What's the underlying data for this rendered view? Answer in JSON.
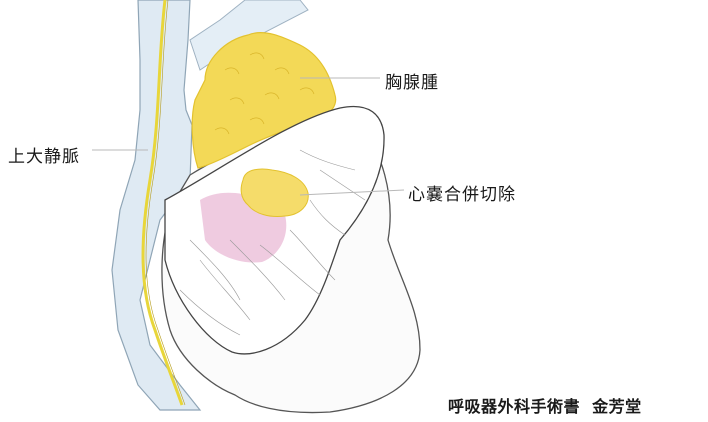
{
  "labels": {
    "superior_vena_cava": "上大静脈",
    "thymoma": "胸腺腫",
    "pericardial_resection": "心嚢合併切除"
  },
  "credit": {
    "book": "呼吸器外科手術書",
    "publisher": "金芳堂"
  },
  "colors": {
    "vessel": "#dfeaf3",
    "vessel_line": "#8fa5b6",
    "nerve": "#e8d63a",
    "tumor": "#f3d957",
    "tumor_edge": "#e3c22e",
    "pericardium_pink": "#eab9d6",
    "outline": "#555555"
  }
}
